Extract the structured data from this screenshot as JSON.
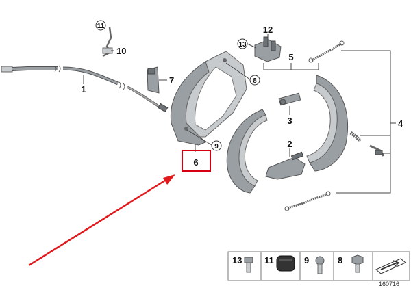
{
  "callouts": {
    "p1": "1",
    "p2": "2",
    "p3": "3",
    "p4": "4",
    "p5": "5",
    "p6": "6",
    "p7": "7",
    "p8": "8",
    "p9": "9",
    "p10": "10",
    "p11": "11",
    "p12": "12",
    "p13": "13"
  },
  "legend": {
    "items": [
      "13",
      "11",
      "9",
      "8"
    ]
  },
  "diagram_id": "160716",
  "colors": {
    "highlight": "#d4000f",
    "arrow": "#e0191c",
    "part_fill": "#9a9fa3",
    "outline": "#555555"
  }
}
